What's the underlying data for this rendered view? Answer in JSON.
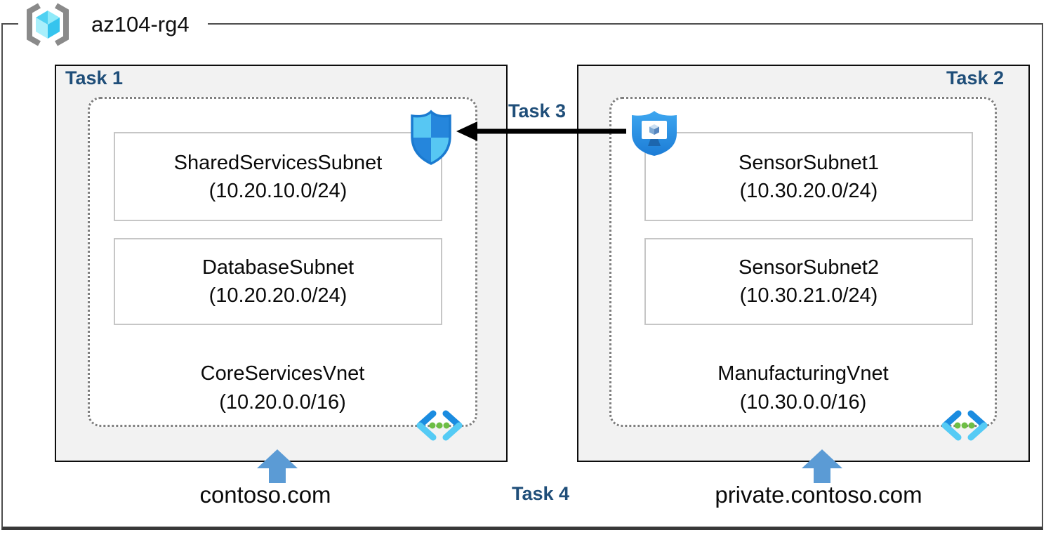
{
  "diagram": {
    "resource_group": {
      "name": "az104-rg4",
      "icon": "resource-group-icon"
    },
    "left_region": {
      "task_label": "Task 1",
      "vnet": {
        "name": "CoreServicesVnet",
        "cidr": "(10.20.0.0/16)",
        "icon": "virtual-network-icon"
      },
      "subnets": [
        {
          "name": "SharedServicesSubnet",
          "cidr": "(10.20.10.0/24)"
        },
        {
          "name": "DatabaseSubnet",
          "cidr": "(10.20.20.0/24)"
        }
      ],
      "security_icon": "network-security-group-icon",
      "dns_label": "contoso.com"
    },
    "right_region": {
      "task_label": "Task 2",
      "vnet": {
        "name": "ManufacturingVnet",
        "cidr": "(10.30.0.0/16)",
        "icon": "virtual-network-icon"
      },
      "subnets": [
        {
          "name": "SensorSubnet1",
          "cidr": "(10.30.20.0/24)"
        },
        {
          "name": "SensorSubnet2",
          "cidr": "(10.30.21.0/24)"
        }
      ],
      "bastion_icon": "bastion-icon",
      "dns_label": "private.contoso.com"
    },
    "peering": {
      "task_label": "Task 3",
      "arrow_direction": "right-to-left"
    },
    "dns_task": {
      "task_label": "Task 4"
    },
    "colors": {
      "task_label": "#1f4e79",
      "box_fill": "#f2f2f2",
      "box_border": "#0d0d0d",
      "dotted_border": "#7f7f7f",
      "subnet_border": "#c6c6c6",
      "blue_arrow": "#5b9bd5",
      "peering_arrow": "#000000",
      "vnet_icon_green": "#6dbe45",
      "azure_blue": "#1b8ce0",
      "azure_cyan": "#55cbf5"
    }
  }
}
